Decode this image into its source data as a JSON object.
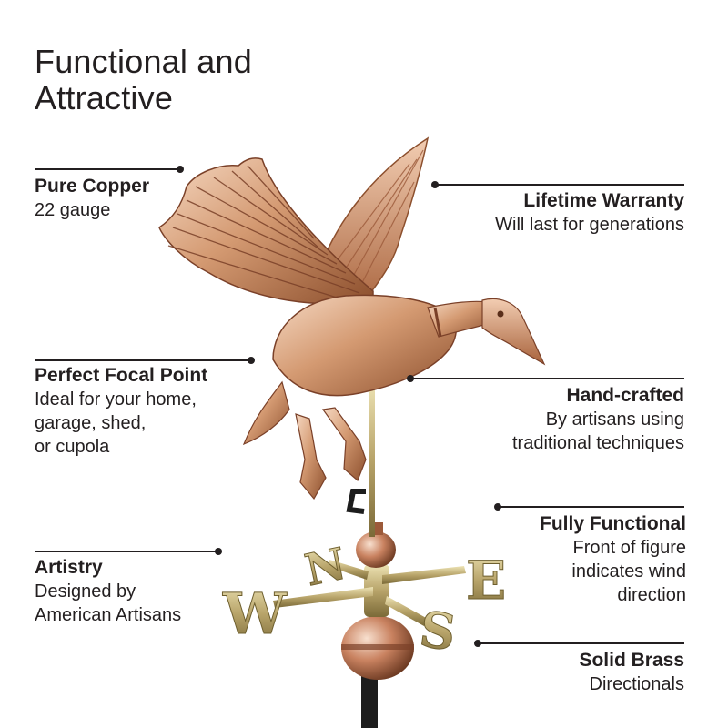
{
  "title": {
    "line1": "Functional and",
    "line2": "Attractive"
  },
  "callouts": {
    "pure_copper": {
      "head": "Pure Copper",
      "desc": [
        "22 gauge"
      ]
    },
    "lifetime_warranty": {
      "head": "Lifetime Warranty",
      "desc": [
        "Will last for generations"
      ]
    },
    "perfect_focal_point": {
      "head": "Perfect Focal Point",
      "desc": [
        "Ideal for your home,",
        "garage, shed,",
        "or cupola"
      ]
    },
    "hand_crafted": {
      "head": "Hand-crafted",
      "desc": [
        "By artisans using",
        "traditional techniques"
      ]
    },
    "fully_functional": {
      "head": "Fully Functional",
      "desc": [
        "Front of figure",
        "indicates wind",
        "direction"
      ]
    },
    "artistry": {
      "head": "Artistry",
      "desc": [
        "Designed by",
        "American Artisans"
      ]
    },
    "solid_brass": {
      "head": "Solid Brass",
      "desc": [
        "Directionals"
      ]
    }
  },
  "directionals": {
    "n": "N",
    "e": "E",
    "s": "S",
    "w": "W"
  },
  "colors": {
    "text": "#231f20",
    "copper": "#c98b62",
    "copper_dark": "#8a4f2e",
    "copper_light": "#f3d2b8",
    "brass": "#b5a56a",
    "brass_dark": "#7d6f3d",
    "pole": "#1d1d1d"
  }
}
